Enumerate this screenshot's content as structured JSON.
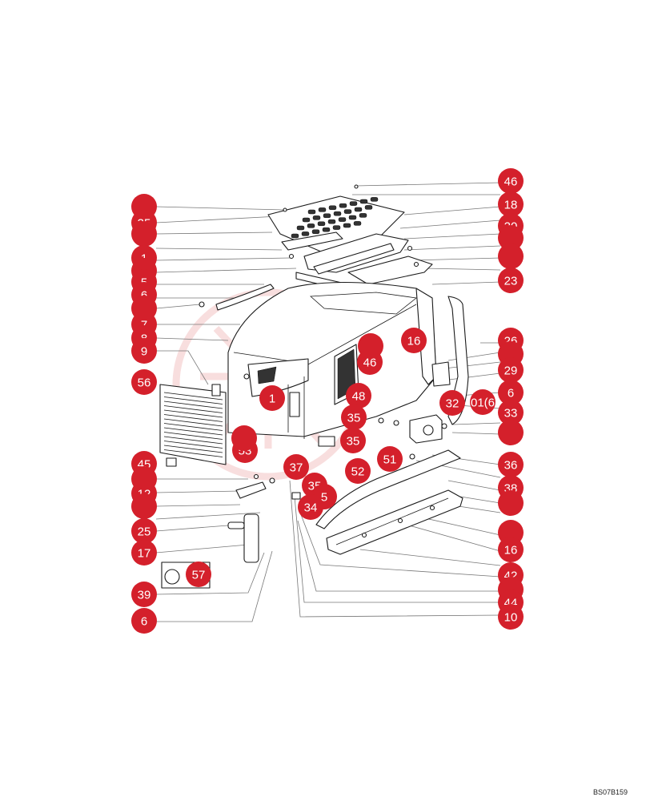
{
  "drawing_code": "BS07B159",
  "callouts_left": [
    "",
    "35",
    "",
    "1",
    "",
    "5",
    "6",
    "",
    "7",
    "8",
    "9",
    "56",
    "45",
    "",
    "12",
    "",
    "25",
    "17",
    "39",
    "6"
  ],
  "callouts_right": [
    "46",
    "18",
    "20",
    "",
    "",
    "23",
    "26",
    "",
    "29",
    "6",
    "33",
    "",
    "36",
    "38",
    "",
    "",
    "16",
    "42",
    "",
    "44",
    "10"
  ],
  "callouts_inner": [
    "16",
    "46",
    "",
    "48",
    "1",
    "35",
    "35",
    "32",
    "01(6",
    "53",
    "",
    "51",
    "37",
    "52",
    "35",
    "5",
    "34",
    "57"
  ]
}
